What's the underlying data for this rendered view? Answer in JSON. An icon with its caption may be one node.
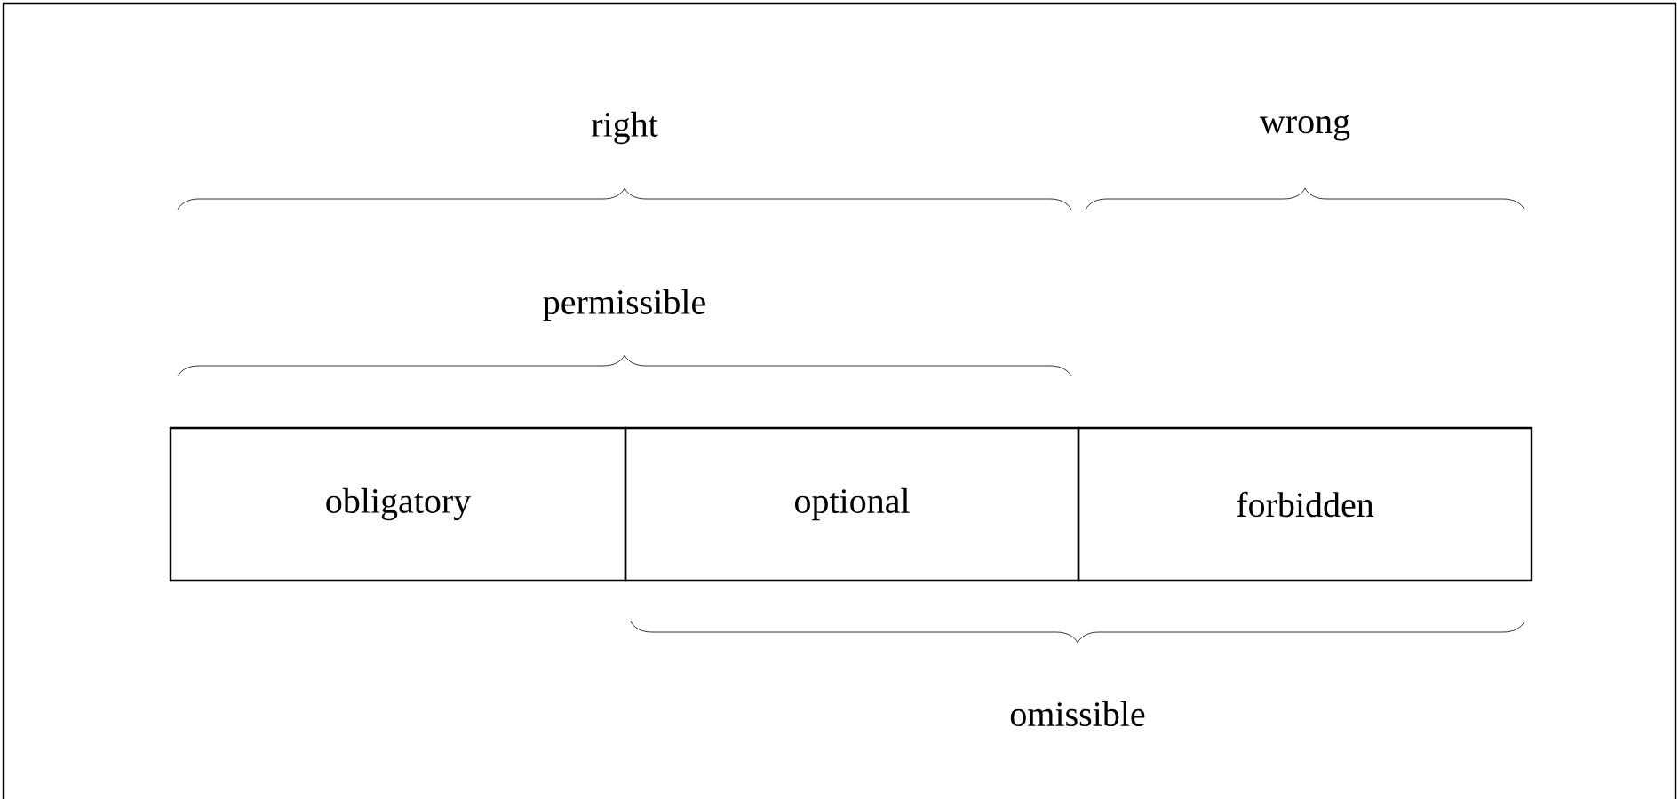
{
  "diagram": {
    "nodes": [
      {
        "text": [
          "obligatory"
        ]
      },
      {
        "text": [
          "optional"
        ]
      },
      {
        "text": [
          "forbidden"
        ]
      }
    ],
    "labels": [
      "right",
      "wrong",
      "permissible",
      "omissible"
    ]
  }
}
